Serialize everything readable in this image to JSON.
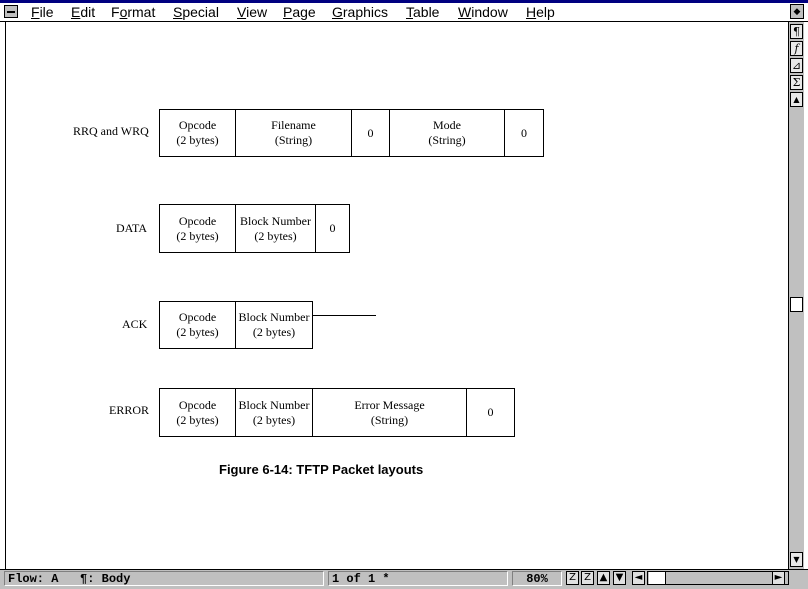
{
  "menu": [
    {
      "label": "File",
      "mn": "F",
      "rest": "ile"
    },
    {
      "label": "Edit",
      "mn": "E",
      "rest": "dit"
    },
    {
      "label": "Format",
      "pre": "F",
      "mn": "o",
      "rest": "rmat"
    },
    {
      "label": "Special",
      "mn": "S",
      "rest": "pecial"
    },
    {
      "label": "View",
      "mn": "V",
      "rest": "iew"
    },
    {
      "label": "Page",
      "mn": "P",
      "rest": "age"
    },
    {
      "label": "Graphics",
      "mn": "G",
      "rest": "raphics"
    },
    {
      "label": "Table",
      "mn": "T",
      "rest": "able"
    },
    {
      "label": "Window",
      "mn": "W",
      "rest": "indow"
    },
    {
      "label": "Help",
      "mn": "H",
      "rest": "elp"
    }
  ],
  "toolbar_right": [
    "¶",
    "f",
    "⊿",
    "Σ",
    "▲"
  ],
  "diagram": {
    "rrq": {
      "label": "RRQ and WRQ",
      "fields": [
        {
          "l1": "Opcode",
          "l2": "(2 bytes)"
        },
        {
          "l1": "Filename",
          "l2": "(String)"
        },
        {
          "l1": "0",
          "l2": ""
        },
        {
          "l1": "Mode",
          "l2": "(String)"
        },
        {
          "l1": "0",
          "l2": ""
        }
      ]
    },
    "data": {
      "label": "DATA",
      "fields": [
        {
          "l1": "Opcode",
          "l2": "(2 bytes)"
        },
        {
          "l1": "Block Number",
          "l2": "(2 bytes)"
        },
        {
          "l1": "0",
          "l2": ""
        }
      ]
    },
    "ack": {
      "label": "ACK",
      "fields": [
        {
          "l1": "Opcode",
          "l2": "(2 bytes)"
        },
        {
          "l1": "Block Number",
          "l2": "(2 bytes)"
        }
      ]
    },
    "error": {
      "label": "ERROR",
      "fields": [
        {
          "l1": "Opcode",
          "l2": "(2 bytes)"
        },
        {
          "l1": "Block Number",
          "l2": "(2 bytes)"
        },
        {
          "l1": "Error Message",
          "l2": "(String)"
        },
        {
          "l1": "0",
          "l2": ""
        }
      ]
    },
    "caption": "Figure 6-14: TFTP Packet layouts"
  },
  "status": {
    "flow": "Flow: A",
    "style": "¶: Body",
    "page": "1 of 1 *",
    "zoom": "80%",
    "btn_z": "Z",
    "btn_zb": "Z",
    "btn_up": "▲",
    "btn_down": "▼",
    "btn_left": "◄",
    "btn_right": "►",
    "btn_vdown": "▼"
  }
}
